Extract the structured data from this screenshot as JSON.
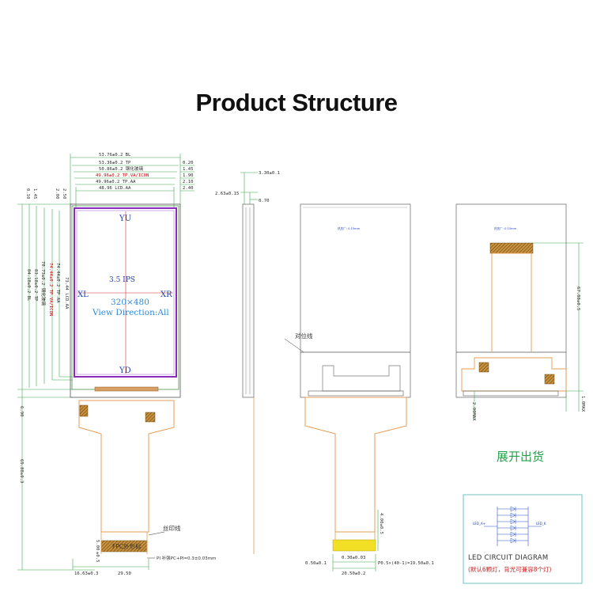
{
  "title": "Product Structure",
  "front_view": {
    "top_dims": [
      {
        "label": "53.76±0.2 BL",
        "right": ""
      },
      {
        "label": "53.36±0.2 TP",
        "right": "0.20"
      },
      {
        "label": "50.86±0.2 钢化玻璃",
        "right": "1.45"
      },
      {
        "label": "49.96±0.2 TP.VA/ICON",
        "right": "1.90"
      },
      {
        "label": "49.96±0.2 TP.AA",
        "right": "2.10"
      },
      {
        "label": "48.96 LCD.AA",
        "right": "2.40"
      }
    ],
    "left_dims": [
      "73.44 LCD.AA",
      "74.44±0.2 TP.AA",
      "74.44±0.2 TP.VA/ICON",
      "78.73±0.2 钢化玻璃",
      "83.18±0.2 TP",
      "84.18±0.2 BL"
    ],
    "left_offsets": [
      "2.50",
      "2.00",
      "1.45",
      "0.10"
    ],
    "left_extra": "6.90",
    "fpc_length": "69.88±0.3",
    "bottom_dims": [
      "16.63±0.3",
      "29.50"
    ],
    "fpc_note": "PI 补强PC+PI=0.3±0.03mm",
    "fpc_label": "丝印线",
    "fpc_tail_text": "FPC外形标",
    "fpc_side_dims": [
      "5.00",
      "±0.5"
    ],
    "label_top": "YU",
    "label_bottom": "YD",
    "label_left": "XL",
    "label_right": "XR",
    "size_text": "3.5 IPS",
    "resolution": "320×480",
    "view_direction": "View Direction:All"
  },
  "side_view": {
    "dims": [
      "3.30±0.1",
      "2.63±0.15",
      "0.70"
    ]
  },
  "back_view_1": {
    "note": "热压厂: 0.15mm",
    "align_label": "对位线",
    "bottom_dims": [
      "0.50±0.1",
      "0.30±0.03",
      "P0.5×(40-1)=19.50±0.1",
      "20.50±0.2"
    ],
    "side_dim": "4.00±0.5"
  },
  "back_view_2": {
    "note": "热压厂: 0.15mm",
    "side_dim": "67.88±0.5",
    "left_dim": "2.00MAX",
    "right_dim": "1.0MAX"
  },
  "shipping_label": "展开出货",
  "led": {
    "title": "LED CIRCUIT DIAGRAM",
    "note": "(默认6颗灯，背光可兼容8个灯)",
    "pin_a": "LED_A+",
    "pin_k": "LED_K"
  },
  "colors": {
    "panel_border": "#8a2bbf",
    "glass_border": "#4c8f4c",
    "fpc": "#f0b77c",
    "connector": "#f2e026",
    "center_line": "#cc0000",
    "label_blue": "#2e8ad6",
    "ship_green": "#27a04a",
    "box_cyan": "#6cc6c6"
  }
}
